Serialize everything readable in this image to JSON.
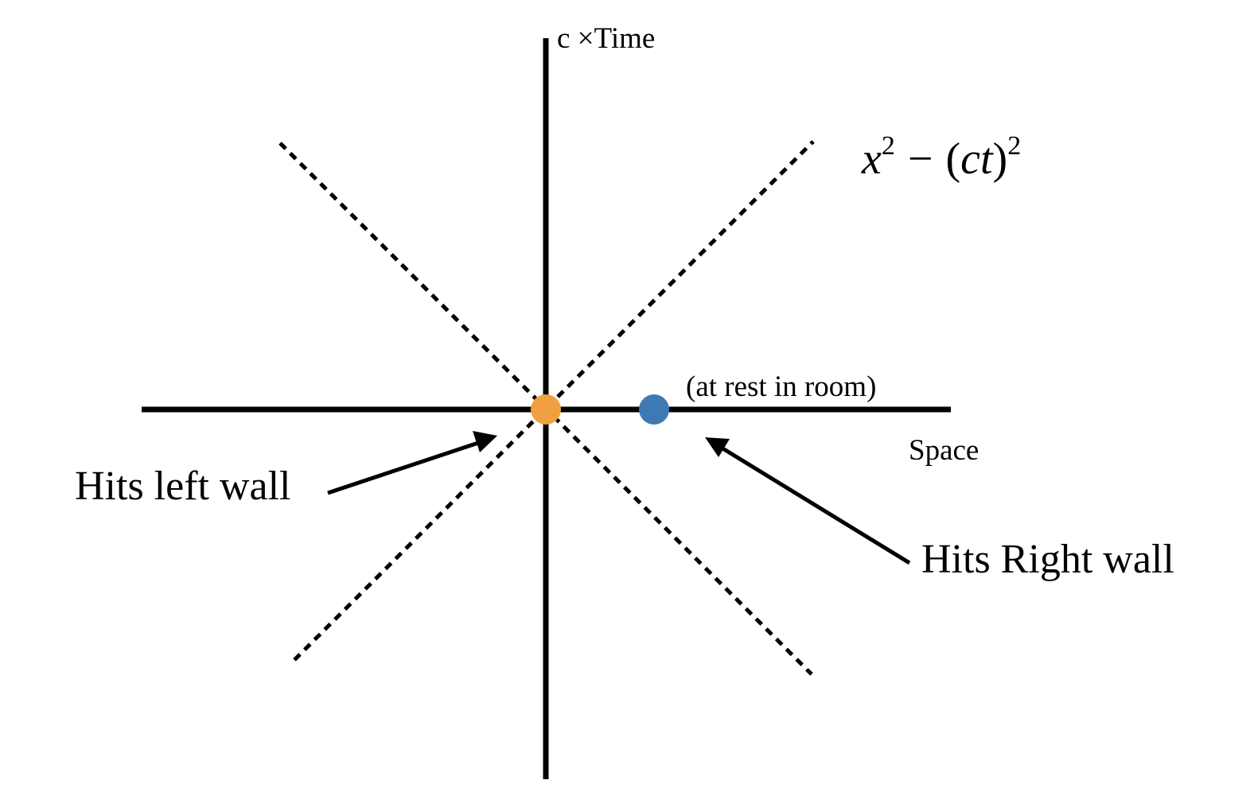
{
  "diagram": {
    "axes": {
      "vertical_label": "c ×Time",
      "horizontal_label": "Space"
    },
    "equation": {
      "var_x": "x",
      "exp_1": "2",
      "minus": "−",
      "open_paren": "(",
      "var_ct": "ct",
      "close_paren": ")",
      "exp_2": "2"
    },
    "annotations": {
      "at_rest": "(at rest in room)",
      "hits_left": "Hits left wall",
      "hits_right": "Hits Right wall"
    },
    "colors": {
      "axis": "#000000",
      "light_cone": "#000000",
      "origin_point": "#F0A040",
      "rest_point": "#3E79B5"
    }
  }
}
